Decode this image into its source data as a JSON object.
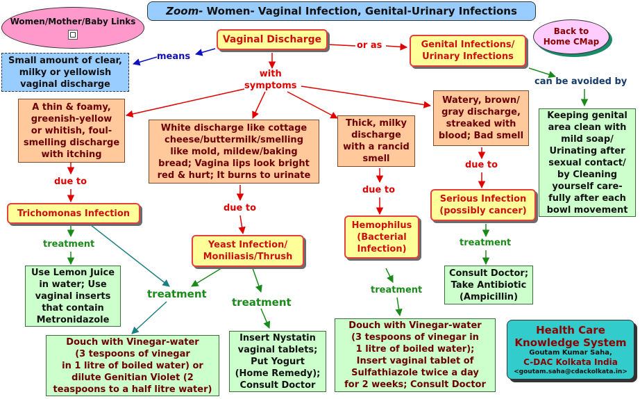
{
  "title": {
    "zoom": "Zoom-",
    "rest": " Women- Vaginal Infection, Genital-Urinary Infections"
  },
  "links": {
    "women_links": "Women/Mother/Baby Links",
    "back_home": [
      "Back to",
      "Home CMap"
    ]
  },
  "nodes": {
    "vaginal_discharge": "Vaginal Discharge",
    "genital_infections": [
      "Genital Infections/",
      "Urinary Infections"
    ],
    "small_amount": [
      "Small amount of clear,",
      "milky or yellowish",
      "vaginal discharge"
    ],
    "thin_foamy": [
      "A thin & foamy,",
      "greenish-yellow",
      "or whitish, foul-",
      "smelling discharge",
      "with itching"
    ],
    "white_discharge": [
      "White discharge like cottage",
      "cheese/buttermilk/smelling",
      "like mold, mildew/baking",
      "bread; Vagina lips look bright",
      "red & hurt; It burns to urinate"
    ],
    "thick_milky": [
      "Thick, milky",
      "discharge",
      "with a rancid",
      "smell"
    ],
    "watery_brown": [
      "Watery, brown/",
      "gray discharge,",
      "streaked with",
      "blood; Bad smell"
    ],
    "keeping_clean": [
      "Keeping genital",
      "area clean with",
      "mild soap/",
      "Urinating after",
      "sexual contact/",
      "by Cleaning",
      "yourself care-",
      "fully after each",
      "bowl movement"
    ],
    "trichomonas": "Trichomonas Infection",
    "yeast": [
      "Yeast Infection/",
      "Moniliasis/Thrush"
    ],
    "hemophilus": [
      "Hemophilus",
      "(Bacterial",
      "Infection)"
    ],
    "serious": [
      "Serious Infection",
      "(possibly cancer)"
    ],
    "lemon_juice": [
      "Use Lemon Juice",
      "in water; Use",
      "vaginal inserts",
      "that contain",
      "Metronidazole"
    ],
    "douch_gentian": [
      "Douch with Vinegar-water",
      "(3 tespoons of vinegar",
      "in 1 litre of boiled water) or",
      "dilute Genitian Violet (2",
      "teaspoons to a half litre water)"
    ],
    "nystatin": [
      "Insert Nystatin",
      "vaginal tablets;",
      "Put Yogurt",
      "(Home Remedy);",
      "Consult Doctor"
    ],
    "douch_sulfa": [
      "Douch with Vinegar-water",
      "(3 tespoons of vinegar in",
      "1 litre of boiled water);",
      "Insert vaginal tablet of",
      "Sulfathiazole twice a day",
      "for 2 weeks; Consult Doctor"
    ],
    "antibiotic": [
      "Consult Doctor;",
      "Take Antibiotic",
      "(Ampicillin)"
    ]
  },
  "labels": {
    "means": "means",
    "or_as": "or as",
    "with_symptoms": [
      "with",
      "symptoms"
    ],
    "can_be_avoided": "can be avoided by",
    "due_to": "due to",
    "treatment": "treatment"
  },
  "credits": {
    "system": [
      "Health Care",
      "Knowledge System"
    ],
    "author": "Goutam Kumar Saha,",
    "org": "C-DAC Kolkata India",
    "email": "<goutam.saha@cdackolkata.in>"
  },
  "colors": {
    "red_link": "#e00000",
    "green_link": "#1a8a1a",
    "teal_link": "#1a7f7f",
    "blue_link": "#1010c0"
  }
}
